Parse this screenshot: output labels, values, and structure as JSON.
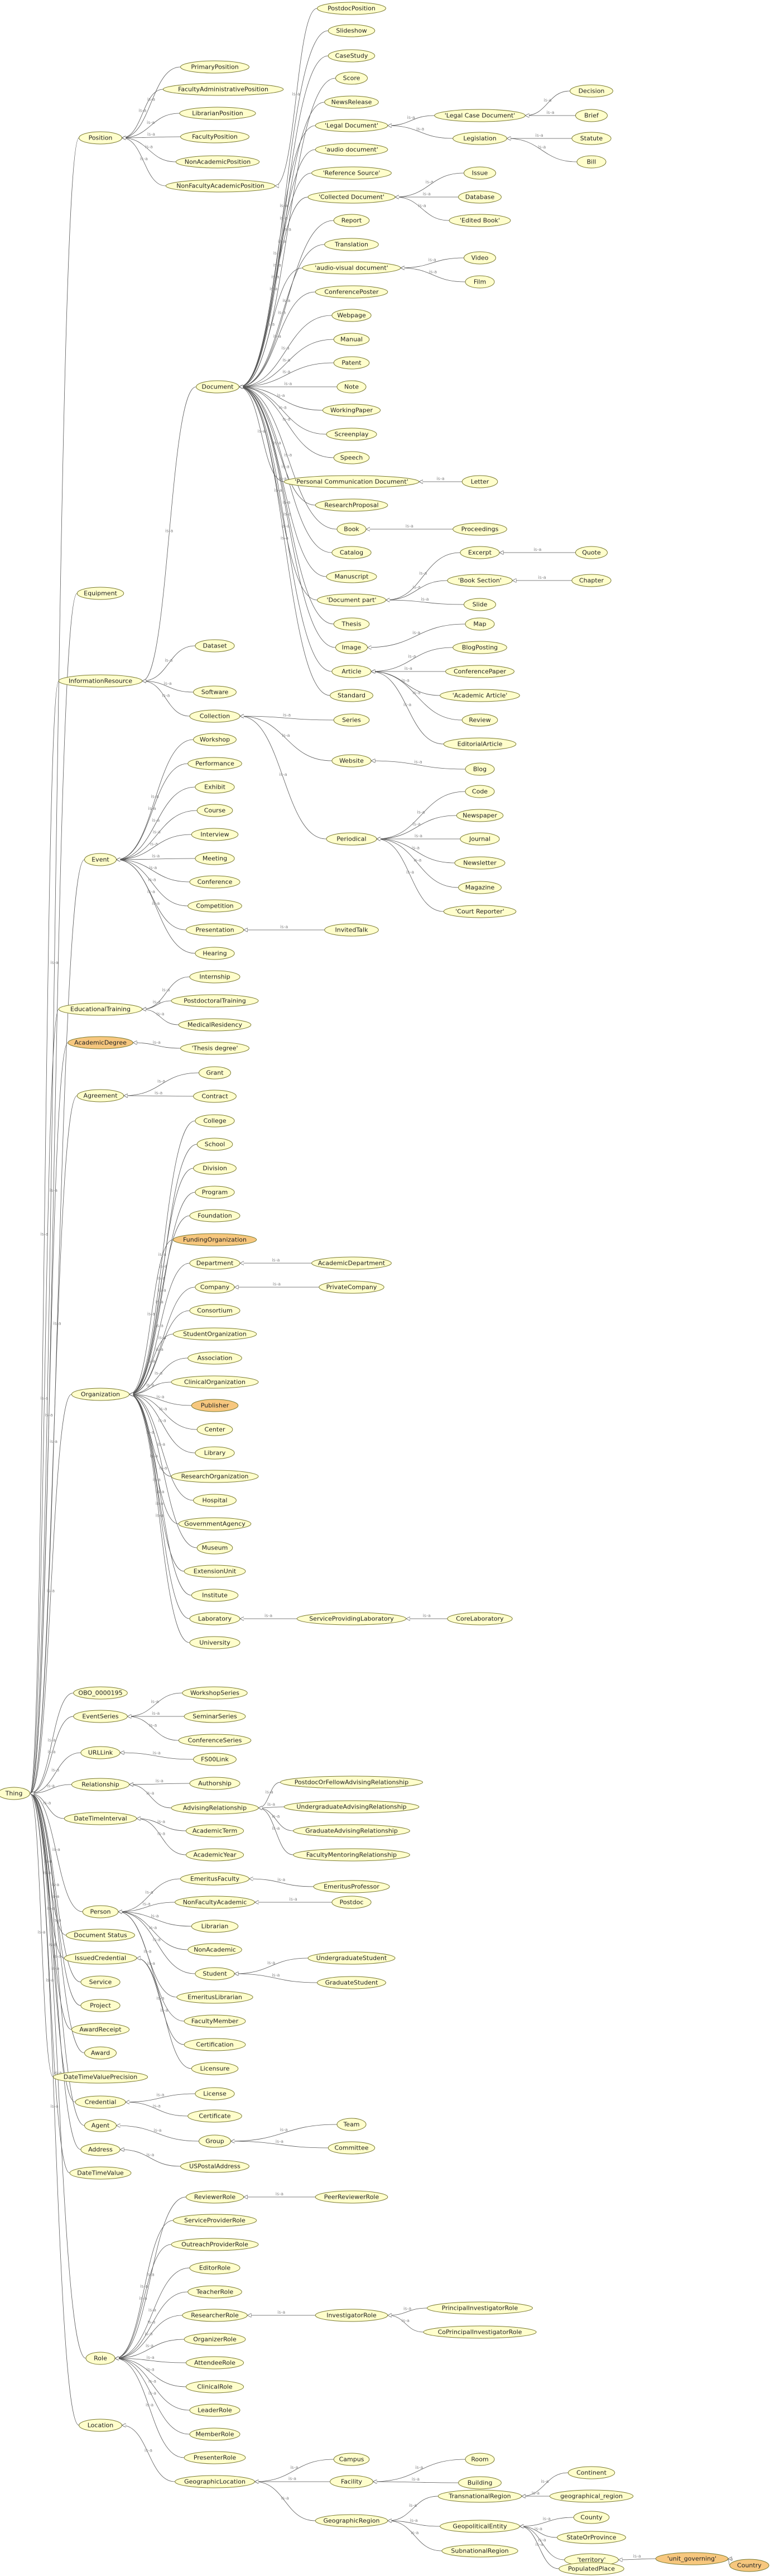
{
  "edge_label": "is-a",
  "colors": {
    "node_fill": "#fffecc",
    "highlight_fill": "#f7c77e",
    "node_stroke": "#7a7a30",
    "edge": "#555555"
  },
  "highlighted": [
    "AcademicDegree",
    "FundingOrganization",
    "Publisher",
    "'unit_governing'",
    "Country"
  ],
  "nodes": [
    "Thing",
    "Position",
    "PrimaryPosition",
    "FacultyAdministrativePosition",
    "LibrarianPosition",
    "FacultyPosition",
    "NonAcademicPosition",
    "NonFacultyAcademicPosition",
    "PostdocPosition",
    "Document",
    "Slideshow",
    "CaseStudy",
    "Score",
    "NewsRelease",
    "'Legal Document'",
    "'Legal Case Document'",
    "Decision",
    "Brief",
    "Legislation",
    "Statute",
    "Bill",
    "'audio document'",
    "'Reference Source'",
    "'Collected Document'",
    "Issue",
    "Database",
    "'Edited Book'",
    "Report",
    "Translation",
    "'audio-visual document'",
    "Video",
    "Film",
    "ConferencePoster",
    "Webpage",
    "Manual",
    "Patent",
    "Note",
    "WorkingPaper",
    "Screenplay",
    "Speech",
    "'Personal Communication Document'",
    "Letter",
    "ResearchProposal",
    "Book",
    "Proceedings",
    "Catalog",
    "Manuscript",
    "'Document part'",
    "Excerpt",
    "Quote",
    "'Book Section'",
    "Chapter",
    "Slide",
    "Thesis",
    "Image",
    "Map",
    "Article",
    "BlogPosting",
    "ConferencePaper",
    "'Academic Article'",
    "Review",
    "EditorialArticle",
    "Standard",
    "Equipment",
    "InformationResource",
    "Dataset",
    "Software",
    "Collection",
    "Series",
    "Website",
    "Blog",
    "Periodical",
    "Code",
    "Newspaper",
    "Journal",
    "Newsletter",
    "Magazine",
    "'Court Reporter'",
    "Event",
    "Workshop",
    "Performance",
    "Exhibit",
    "Course",
    "Interview",
    "Meeting",
    "Conference",
    "Competition",
    "Presentation",
    "InvitedTalk",
    "Hearing",
    "EducationalTraining",
    "Internship",
    "PostdoctoralTraining",
    "MedicalResidency",
    "AcademicDegree",
    "'Thesis degree'",
    "Agreement",
    "Grant",
    "Contract",
    "Organization",
    "College",
    "School",
    "Division",
    "Program",
    "Foundation",
    "FundingOrganization",
    "Department",
    "AcademicDepartment",
    "Company",
    "PrivateCompany",
    "Consortium",
    "StudentOrganization",
    "Association",
    "ClinicalOrganization",
    "Publisher",
    "Center",
    "Library",
    "ResearchOrganization",
    "Hospital",
    "GovernmentAgency",
    "Museum",
    "ExtensionUnit",
    "Institute",
    "Laboratory",
    "ServiceProvidingLaboratory",
    "CoreLaboratory",
    "University",
    "OBO_0000195",
    "EventSeries",
    "WorkshopSeries",
    "SeminarSeries",
    "ConferenceSeries",
    "URLLink",
    "FS00Link",
    "Relationship",
    "Authorship",
    "AdvisingRelationship",
    "PostdocOrFellowAdvisingRelationship",
    "UndergraduateAdvisingRelationship",
    "GraduateAdvisingRelationship",
    "FacultyMentoringRelationship",
    "DateTimeInterval",
    "AcademicTerm",
    "AcademicYear",
    "Person",
    "EmeritusFaculty",
    "EmeritusProfessor",
    "NonFacultyAcademic",
    "Postdoc",
    "Librarian",
    "NonAcademic",
    "Student",
    "UndergraduateStudent",
    "GraduateStudent",
    "EmeritusLibrarian",
    "FacultyMember",
    "Document Status",
    "IssuedCredential",
    "Certification",
    "Licensure",
    "Service",
    "Project",
    "AwardReceipt",
    "Award",
    "DateTimeValuePrecision",
    "Credential",
    "License",
    "Certificate",
    "Agent",
    "Group",
    "Team",
    "Committee",
    "Address",
    "USPostalAddress",
    "DateTimeValue",
    "Role",
    "ReviewerRole",
    "PeerReviewerRole",
    "ServiceProviderRole",
    "OutreachProviderRole",
    "EditorRole",
    "TeacherRole",
    "ResearcherRole",
    "InvestigatorRole",
    "PrincipalInvestigatorRole",
    "CoPrincipalInvestigatorRole",
    "OrganizerRole",
    "AttendeeRole",
    "ClinicalRole",
    "LeaderRole",
    "MemberRole",
    "PresenterRole",
    "Location",
    "GeographicLocation",
    "Campus",
    "Facility",
    "Room",
    "Building",
    "GeographicRegion",
    "TransnationalRegion",
    "Continent",
    "geographical_region",
    "GeopoliticalEntity",
    "County",
    "StateOrProvince",
    "'territory'",
    "'unit_governing'",
    "Country",
    "SubnationalRegion",
    "PopulatedPlace"
  ]
}
